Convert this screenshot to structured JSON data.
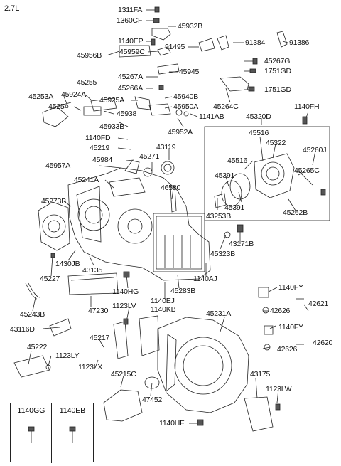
{
  "engine": "2.7L",
  "labels": {
    "1311FA": "1311FA",
    "1360CF": "1360CF",
    "45932B": "45932B",
    "1140EP": "1140EP",
    "91384": "91384",
    "91386": "91386",
    "91495": "91495",
    "45956B": "45956B",
    "45959C": "45959C",
    "45267G": "45267G",
    "1751GD_a": "1751GD",
    "45945": "45945",
    "45267A": "45267A",
    "45255": "45255",
    "45266A": "45266A",
    "1751GD_b": "1751GD",
    "45253A": "45253A",
    "45924A": "45924A",
    "45925A": "45925A",
    "45940B": "45940B",
    "45254": "45254",
    "45950A": "45950A",
    "45264C": "45264C",
    "1140FH": "1140FH",
    "45938": "45938",
    "1141AB": "1141AB",
    "45320D": "45320D",
    "45933B": "45933B",
    "45952A": "45952A",
    "1140FD": "1140FD",
    "45516_a": "45516",
    "45219": "45219",
    "43119": "43119",
    "45322": "45322",
    "45260J": "45260J",
    "45957A": "45957A",
    "45984": "45984",
    "45271": "45271",
    "45516_b": "45516",
    "45265C": "45265C",
    "45241A": "45241A",
    "45391_a": "45391",
    "46580": "46580",
    "45391_b": "45391",
    "45273B": "45273B",
    "43253B": "43253B",
    "45262B": "45262B",
    "43171B": "43171B",
    "45323B": "45323B",
    "1430JB": "1430JB",
    "43135": "43135",
    "1140AJ": "1140AJ",
    "45227": "45227",
    "1140HG": "1140HG",
    "45283B": "45283B",
    "1140FY_a": "1140FY",
    "45243B": "45243B",
    "1140EJ": "1140EJ",
    "47230": "47230",
    "1140KB": "1140KB",
    "42621": "42621",
    "1123LV": "1123LV",
    "42626_a": "42626",
    "45231A": "45231A",
    "43116D": "43116D",
    "1140FY_b": "1140FY",
    "45217": "45217",
    "42620": "42620",
    "45222": "45222",
    "42626_b": "42626",
    "1123LY": "1123LY",
    "1123LX": "1123LX",
    "43175": "43175",
    "45215C": "45215C",
    "1123LW": "1123LW",
    "47452": "47452",
    "1140HF": "1140HF"
  },
  "legend": {
    "col1": "1140GG",
    "col2": "1140EB"
  }
}
